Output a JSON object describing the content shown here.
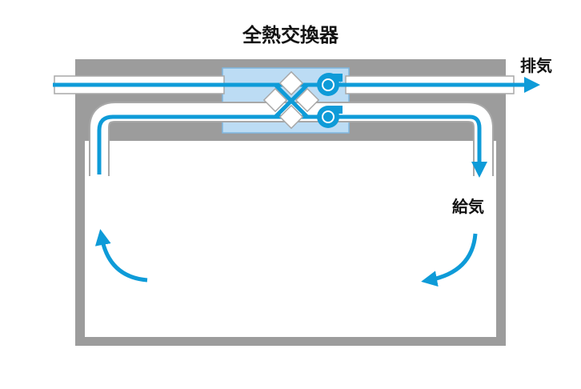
{
  "title": "全熱交換器",
  "labels": {
    "exhaust": "排気",
    "supply": "給気"
  },
  "colors": {
    "airflow": "#0e9bd8",
    "housing": "#9c9c9c",
    "exchanger_panel": "#bcdcf4",
    "exchanger_border": "#7fb6e0",
    "room": "#ffffff",
    "duct_border": "#a8a8a8",
    "text": "#111111"
  },
  "icons": {
    "exchanger_core": "diamond-cross-icon",
    "fan": "fan-icon"
  }
}
